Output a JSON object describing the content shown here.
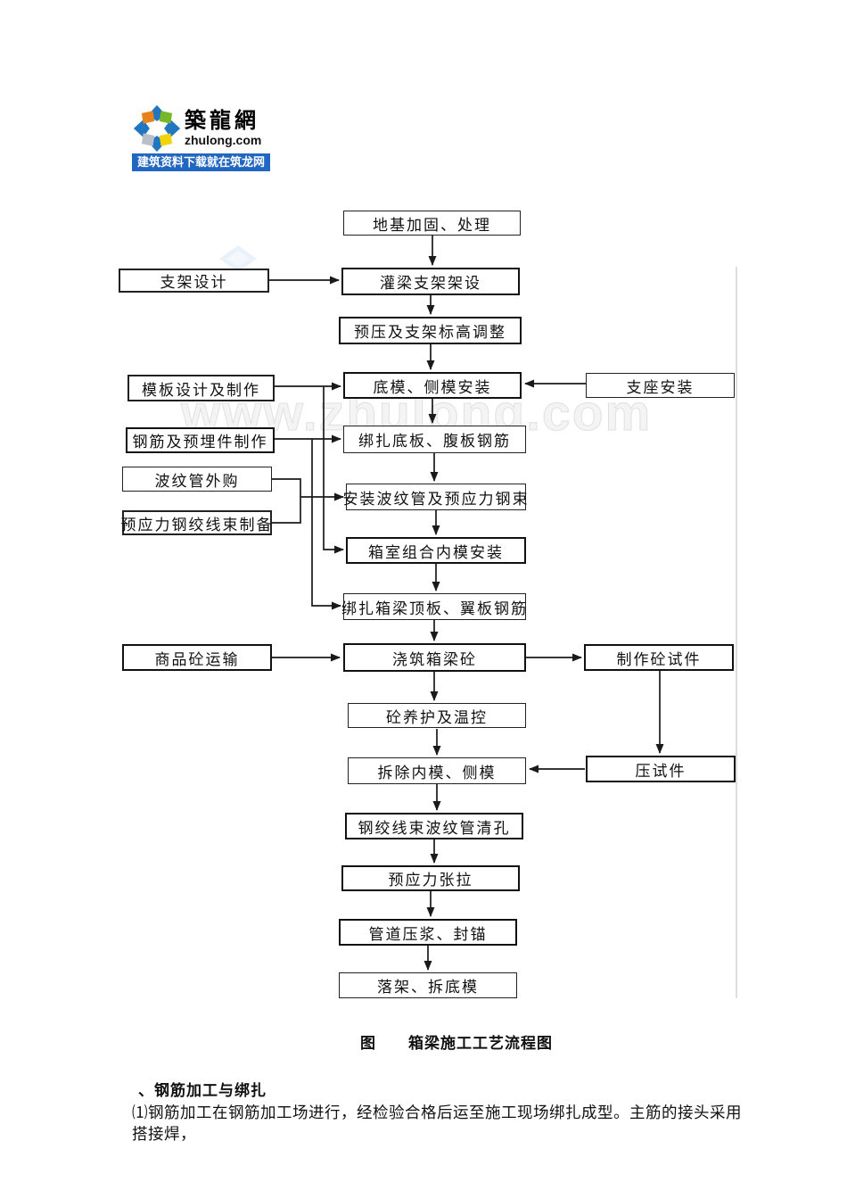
{
  "logo": {
    "site_name": "築龍網",
    "site_domain": "zhulong.com",
    "banner": "建筑资料下载就在筑龙网"
  },
  "watermark": "www.zhulong.com",
  "colors": {
    "banner_blue": "#2166c0",
    "icon_blue": "#2176c0",
    "icon_orange": "#e8821e",
    "icon_green": "#76b82a",
    "icon_yellow": "#f3d40b",
    "icon_gray": "#b9bfc9",
    "line_black": "#1a1a1a",
    "page_rule_gray": "#dedede"
  },
  "flowchart": {
    "caption": "图　　箱梁施工工艺流程图",
    "nodes": [
      {
        "label": "地基加固、处理"
      },
      {
        "label": "支架设计"
      },
      {
        "label": "灌梁支架架设"
      },
      {
        "label": "预压及支架标高调整"
      },
      {
        "label": "模板设计及制作"
      },
      {
        "label": "底模、侧模安装"
      },
      {
        "label": "支座安装"
      },
      {
        "label": "钢筋及预埋件制作"
      },
      {
        "label": "绑扎底板、腹板钢筋"
      },
      {
        "label": "波纹管外购"
      },
      {
        "label": "预应力钢绞线束制备"
      },
      {
        "label": "安装波纹管及预应力钢束"
      },
      {
        "label": "箱室组合内模安装"
      },
      {
        "label": "绑扎箱梁顶板、翼板钢筋"
      },
      {
        "label": "商品砼运输"
      },
      {
        "label": "浇筑箱梁砼"
      },
      {
        "label": "制作砼试件"
      },
      {
        "label": "砼养护及温控"
      },
      {
        "label": "拆除内模、侧模"
      },
      {
        "label": "压试件"
      },
      {
        "label": "钢绞线束波纹管清孔"
      },
      {
        "label": "预应力张拉"
      },
      {
        "label": "管道压浆、封锚"
      },
      {
        "label": "落架、拆底模"
      }
    ]
  },
  "body": {
    "heading": "、钢筋加工与绑扎",
    "paragraph": "⑴钢筋加工在钢筋加工场进行，经检验合格后运至施工现场绑扎成型。主筋的接头采用搭接焊，"
  }
}
